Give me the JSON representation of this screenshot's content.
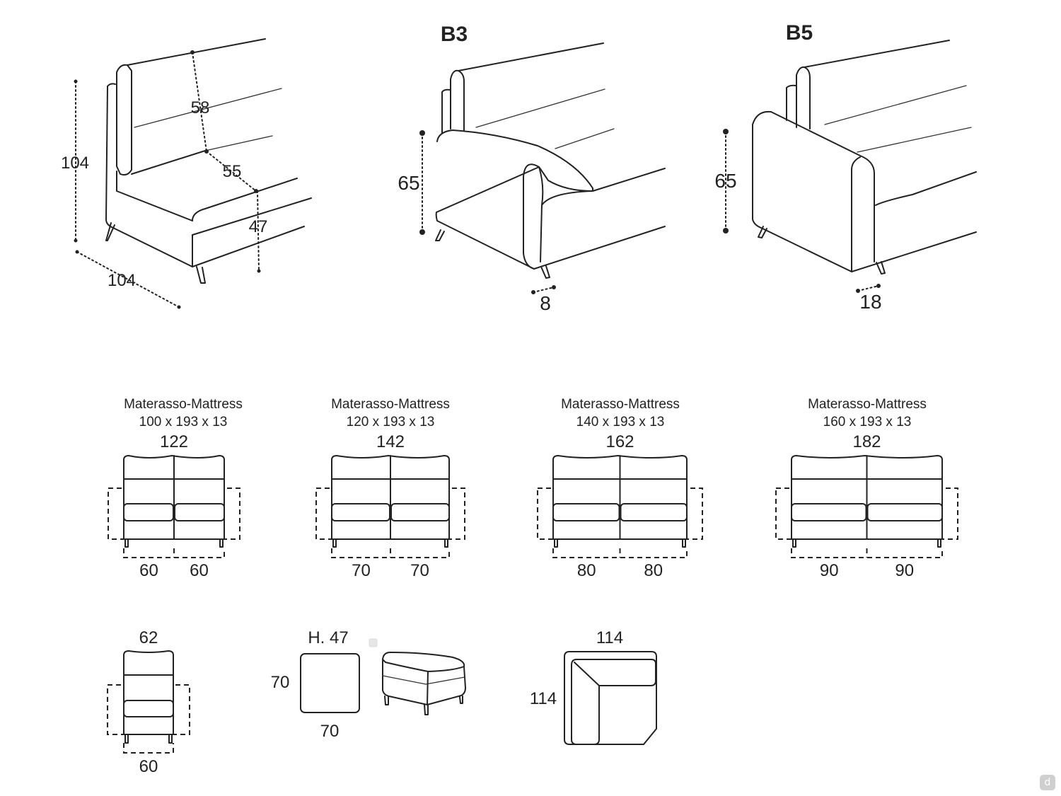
{
  "top": {
    "side_view": {
      "height": "104",
      "depth": "104",
      "back_height": "58",
      "seat_depth": "55",
      "seat_height": "47"
    },
    "arm_b3": {
      "code": "B3",
      "height": "65",
      "width": "8"
    },
    "arm_b5": {
      "code": "B5",
      "height": "65",
      "width": "18"
    }
  },
  "sofas": [
    {
      "mattress_label": "Materasso-Mattress",
      "mattress_size": "100 x 193 x 13",
      "width": "122",
      "seat_left": "60",
      "seat_right": "60"
    },
    {
      "mattress_label": "Materasso-Mattress",
      "mattress_size": "120 x 193 x 13",
      "width": "142",
      "seat_left": "70",
      "seat_right": "70"
    },
    {
      "mattress_label": "Materasso-Mattress",
      "mattress_size": "140 x 193 x 13",
      "width": "162",
      "seat_left": "80",
      "seat_right": "80"
    },
    {
      "mattress_label": "Materasso-Mattress",
      "mattress_size": "160 x 193 x 13",
      "width": "182",
      "seat_left": "90",
      "seat_right": "90"
    }
  ],
  "chair": {
    "width": "62",
    "seat": "60"
  },
  "pouf": {
    "height": "H. 47",
    "depth": "70",
    "width": "70"
  },
  "corner": {
    "width": "114",
    "depth": "114"
  },
  "badge": "d"
}
